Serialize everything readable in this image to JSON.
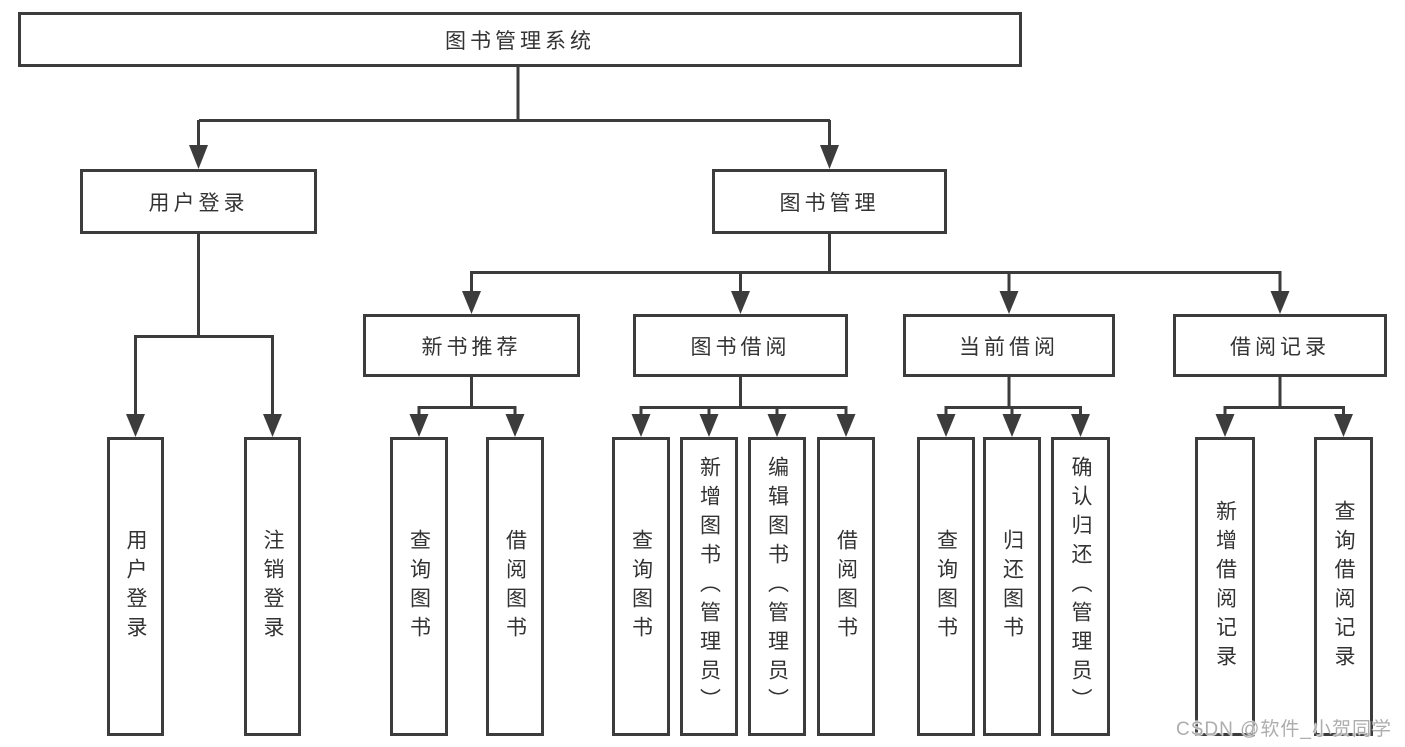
{
  "tree": {
    "root": {
      "label": "图书管理系统"
    },
    "branches": [
      {
        "label": "用户登录",
        "leaves": [
          "用户登录",
          "注销登录"
        ]
      },
      {
        "label": "图书管理",
        "children": [
          {
            "label": "新书推荐",
            "leaves": [
              "查询图书",
              "借阅图书"
            ]
          },
          {
            "label": "图书借阅",
            "leaves": [
              "查询图书",
              "新增图书（管理员）",
              "编辑图书（管理员）",
              "借阅图书"
            ]
          },
          {
            "label": "当前借阅",
            "leaves": [
              "查询图书",
              "归还图书",
              "确认归还（管理员）"
            ]
          },
          {
            "label": "借阅记录",
            "leaves": [
              "新增借阅记录",
              "查询借阅记录"
            ]
          }
        ]
      }
    ]
  },
  "watermark": "CSDN @软件_小贺同学",
  "colors": {
    "line": "#3c3c3c",
    "text": "#333333",
    "background": "#ffffff",
    "watermark": "#adadad"
  }
}
